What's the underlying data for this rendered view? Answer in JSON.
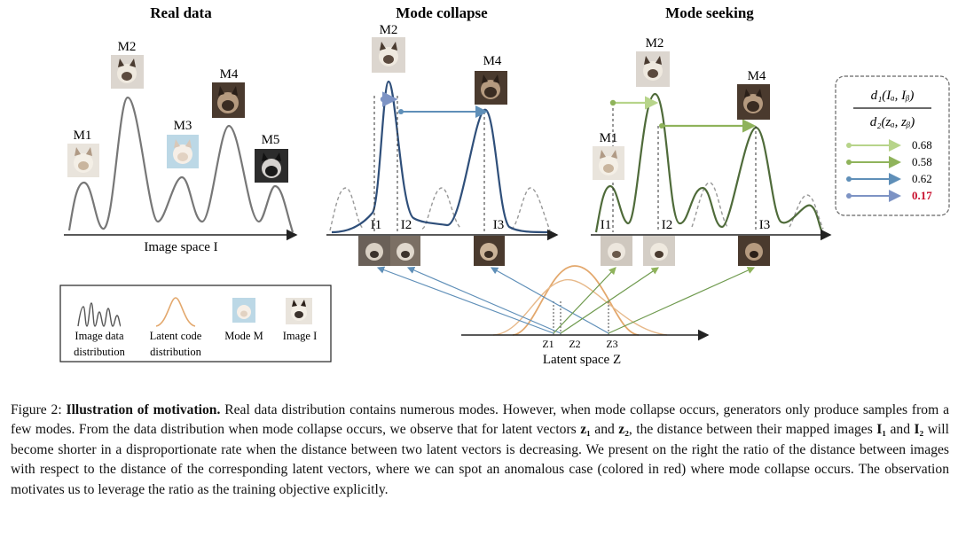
{
  "figure": {
    "panels": [
      {
        "title": "Real data",
        "axis_label": "Image space I",
        "mode_labels": [
          "M1",
          "M2",
          "M3",
          "M4",
          "M5"
        ]
      },
      {
        "title": "Mode collapse",
        "mode_labels": [
          "M2",
          "M4"
        ],
        "image_labels": [
          "I1",
          "I2",
          "I3"
        ]
      },
      {
        "title": "Mode seeking",
        "mode_labels": [
          "M1",
          "M2",
          "M4"
        ],
        "image_labels": [
          "I1",
          "I2",
          "I3"
        ]
      }
    ],
    "latent": {
      "axis_label": "Latent space Z",
      "z_labels": [
        "Z1",
        "Z2",
        "Z3"
      ]
    },
    "legend_bottom": [
      {
        "line1": "Image data",
        "line2": "distribution"
      },
      {
        "line1": "Latent code",
        "line2": "distribution"
      },
      {
        "line1": "Mode M",
        "line2": ""
      },
      {
        "line1": "Image I",
        "line2": ""
      }
    ],
    "ratio_legend": {
      "numerator": "d₁(Iₐ, Iᵦ)",
      "denominator": "d₂(zₐ, zᵦ)",
      "entries": [
        {
          "value": "0.68",
          "color": "#b7d48a",
          "highlight": false
        },
        {
          "value": "0.58",
          "color": "#8fb35b",
          "highlight": false
        },
        {
          "value": "0.62",
          "color": "#5f8fb8",
          "highlight": false
        },
        {
          "value": "0.17",
          "color": "#7d93c4",
          "highlight": true
        }
      ]
    }
  },
  "caption": {
    "label": "Figure 2:",
    "bold": "Illustration of motivation.",
    "s1": "Real data distribution contains numerous modes. However, when mode collapse occurs, generators only produce samples from a few modes. From the data distribution when mode collapse occurs, we observe that for latent vectors",
    "z1": "z₁",
    "and1": "and",
    "z2": "z₂",
    "s2": ", the distance between their mapped images",
    "i1": "I₁",
    "and2": "and",
    "i2": "I₂",
    "s3": "will become shorter in a disproportionate rate when the distance between two latent vectors is decreasing. We present on the right the ratio of the distance between images with respect to the distance of the corresponding latent vectors, where we can spot an anomalous case (colored in red) where mode collapse occurs. The observation motivates us to leverage the ratio as the training objective explicitly."
  }
}
